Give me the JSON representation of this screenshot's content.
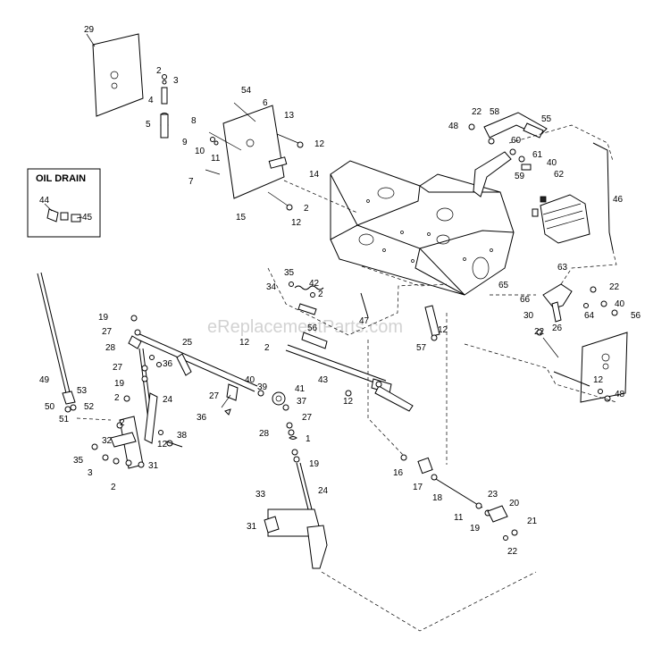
{
  "watermark": "eReplacementParts.com",
  "oil_drain": {
    "title": "OIL DRAIN",
    "labels": [
      "44",
      "45"
    ]
  },
  "callouts": [
    "29",
    "2",
    "3",
    "4",
    "5",
    "54",
    "6",
    "13",
    "8",
    "9",
    "10",
    "11",
    "12",
    "14",
    "7",
    "15",
    "2",
    "12",
    "22",
    "58",
    "55",
    "48",
    "60",
    "61",
    "40",
    "62",
    "59",
    "46",
    "35",
    "42",
    "34",
    "2",
    "56",
    "47",
    "65",
    "63",
    "22",
    "66",
    "40",
    "64",
    "56",
    "30",
    "26",
    "22",
    "19",
    "27",
    "28",
    "25",
    "27",
    "19",
    "36",
    "24",
    "12",
    "2",
    "57",
    "12",
    "43",
    "12",
    "40",
    "39",
    "41",
    "37",
    "27",
    "36",
    "28",
    "27",
    "49",
    "53",
    "50",
    "51",
    "52",
    "2",
    "32",
    "2",
    "31",
    "35",
    "3",
    "2",
    "38",
    "12",
    "1",
    "19",
    "24",
    "33",
    "31",
    "16",
    "17",
    "18",
    "11",
    "23",
    "19",
    "20",
    "21",
    "22",
    "12",
    "48"
  ]
}
